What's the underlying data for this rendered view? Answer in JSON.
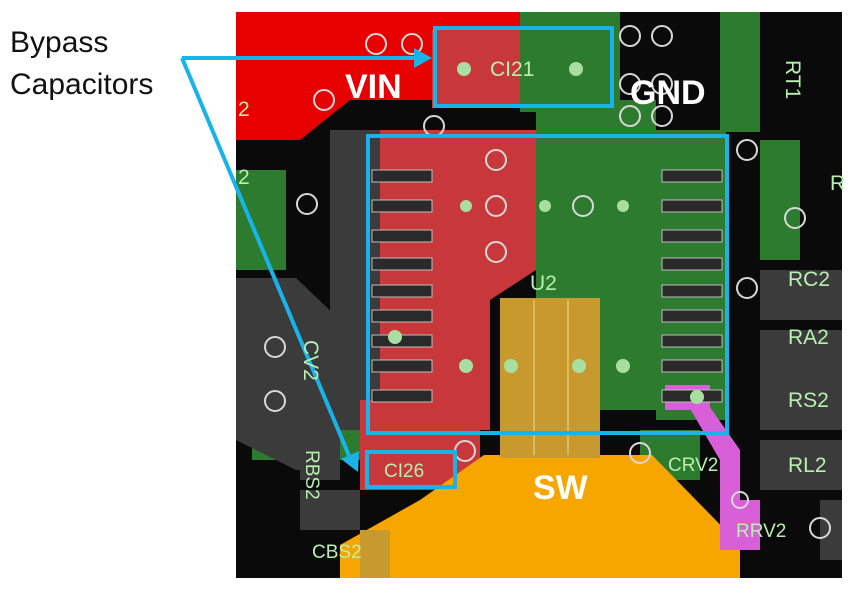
{
  "callout": {
    "line1": "Bypass",
    "line2": "Capacitors"
  },
  "net_labels": {
    "vin": "VIN",
    "gnd": "GND",
    "sw": "SW"
  },
  "components": {
    "ci21": "CI21",
    "ci26": "CI26",
    "u2": "U2",
    "rt1": "RT1",
    "rc2": "RC2",
    "ra2": "RA2",
    "rs2": "RS2",
    "rl2": "RL2",
    "crv2": "CRV2",
    "rrv2": "RRV2",
    "rbs2": "RBS2",
    "cbs2": "CBS2",
    "cv2": "CV2",
    "left_partial": "2",
    "right_partial": "R"
  },
  "colors": {
    "board": "#0a0a0a",
    "gnd_copper": "#2d7b2f",
    "vin_copper": "#e60000",
    "vin_copper_dim": "#c8383a",
    "sw_copper": "#f7a600",
    "sw_pad": "#c89a2e",
    "gray_fill": "#3b3b3b",
    "silk": "#b8f0b0",
    "highlight": "#18b3e8",
    "pad": "#d8d8d8",
    "magenta": "#d85fd8",
    "label_white": "#ffffff"
  }
}
